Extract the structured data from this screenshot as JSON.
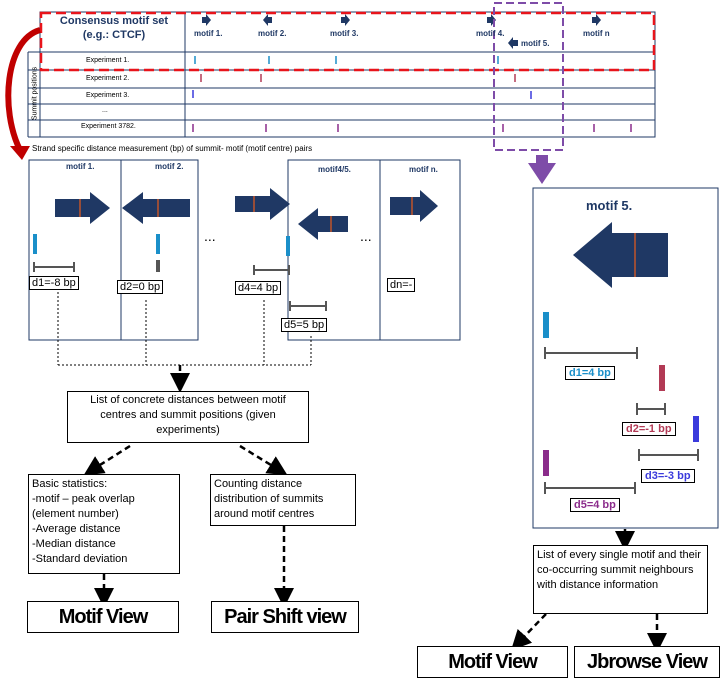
{
  "header": {
    "title_line1": "Consensus motif set",
    "title_line2": "(e.g.: CTCF)",
    "motifs": [
      "motif 1.",
      "motif 2.",
      "motif 3.",
      "motif 4.",
      "motif 5.",
      "motif n"
    ],
    "side_label": "Summit positions"
  },
  "experiments": [
    "Experiment 1.",
    "Experiment 2.",
    "Experiment 3.",
    "...",
    "Experiment 3782."
  ],
  "strand_caption": "Strand specific distance measurement (bp) of summit- motif (motif centre) pairs",
  "panels": {
    "motif1": "motif 1.",
    "motif2": "motif 2.",
    "motif45": "motif4/5.",
    "motifn": "motif n.",
    "ellipsis1": "...",
    "ellipsis2": "...",
    "d1": "d1=-8 bp",
    "d2": "d2=0 bp",
    "d4": "d4=4 bp",
    "d5": "d5=5 bp",
    "dn": "dn=-"
  },
  "list_box": "List of concrete distances between motif centres and summit positions (given experiments)",
  "stats": {
    "title": "Basic statistics:",
    "items": [
      "-motif – peak overlap",
      "(element number)",
      "-Average distance",
      "-Median distance",
      "-Standard deviation"
    ]
  },
  "counting": "Counting distance distribution of summits around motif centres",
  "motif5_panel": {
    "title": "motif 5.",
    "d1": "d1=4 bp",
    "d2": "d2=-1 bp",
    "d3": "d3=-3 bp",
    "d5": "d5=4 bp"
  },
  "single_list": "List of every single motif and their co-occurring summit neighbours with distance information",
  "views": {
    "motif_view_left": "Motif View",
    "pair_shift": "Pair Shift view",
    "motif_view_right": "Motif View",
    "jbrowse": "Jbrowse View"
  },
  "colors": {
    "navy": "#1f3864",
    "red_dash": "#e8141b",
    "purple_dash": "#7e4ca8",
    "teal": "#1a8fc9",
    "crimson": "#b23a55",
    "blue": "#3b3bdc",
    "magenta": "#8b2c8b",
    "grey": "#555555"
  }
}
